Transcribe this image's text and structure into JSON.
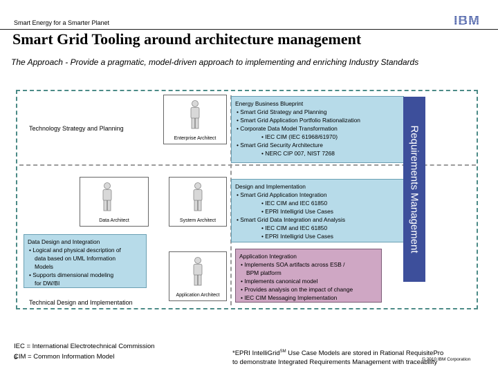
{
  "header": {
    "small_title": "Smart Energy for a Smarter Planet",
    "logo_text": "IBM",
    "title": "Smart Grid Tooling around architecture management",
    "subtitle": "The Approach - Provide a pragmatic, model-driven approach to implementing and enriching Industry Standards"
  },
  "labels": {
    "tech_strategy": "Technology Strategy and Planning",
    "technical_design": "Technical Design and Implementation",
    "requirements_management": "Requirements Management"
  },
  "roles": {
    "enterprise": "Enterprise Architect",
    "data": "Data Architect",
    "system": "System Architect",
    "application": "Application Architect"
  },
  "energy_box": {
    "title": "Energy Business Blueprint",
    "b1": "Smart Grid Strategy and Planning",
    "b2": "Smart Grid Application Portfolio Rationalization",
    "b3": "Corporate Data Model Transformation",
    "b3_sub": "IEC CIM (IEC 61968/61970)",
    "b4": "Smart Grid Security Architecture",
    "b4_sub": "NERC CIP 007, NIST 7268"
  },
  "design_box": {
    "title": "Design and Implementation",
    "b1": "Smart Grid Application Integration",
    "b1_sub1": "IEC CIM and IEC 61850",
    "b1_sub2": "EPRI Intelligrid Use Cases",
    "b2": "Smart Grid Data Integration and Analysis",
    "b2_sub1": "IEC CIM and IEC 61850",
    "b2_sub2": "EPRI Intelligrid Use Cases"
  },
  "data_box": {
    "title": "Data Design and Integration",
    "b1_l1": "Logical and physical description of",
    "b1_l2": "data based on UML Information",
    "b1_l3": "Models",
    "b2_l1": "Supports dimensional modeling",
    "b2_l2": "for DW/BI"
  },
  "app_box": {
    "title": "Application Integration",
    "b1_l1": "Implements SOA artifacts across ESB /",
    "b1_l2": "BPM platform",
    "b2": "Implements canonical model",
    "b3": "Provides analysis on the impact of change",
    "b4": "IEC CIM Messaging Implementation"
  },
  "footer": {
    "iec": "IEC = International Electrotechnical Commission",
    "cim": "CIM = Common Information Model",
    "page_number": "6",
    "epri_l1": "*EPRI IntelliGrid",
    "epri_sm": "SM",
    "epri_l1_rest": " Use Case Models are stored in Rational RequisitePro",
    "epri_l2": "to demonstrate Integrated Requirements Management with traceability",
    "copyright": "© 2010 IBM Corporation"
  },
  "colors": {
    "dashed_border": "#4b8a86",
    "blue_box": "#b7dbe9",
    "purple_box": "#cfa7c4",
    "requirements_bar": "#3d4f9b",
    "ibm_logo": "#1f3a93"
  }
}
